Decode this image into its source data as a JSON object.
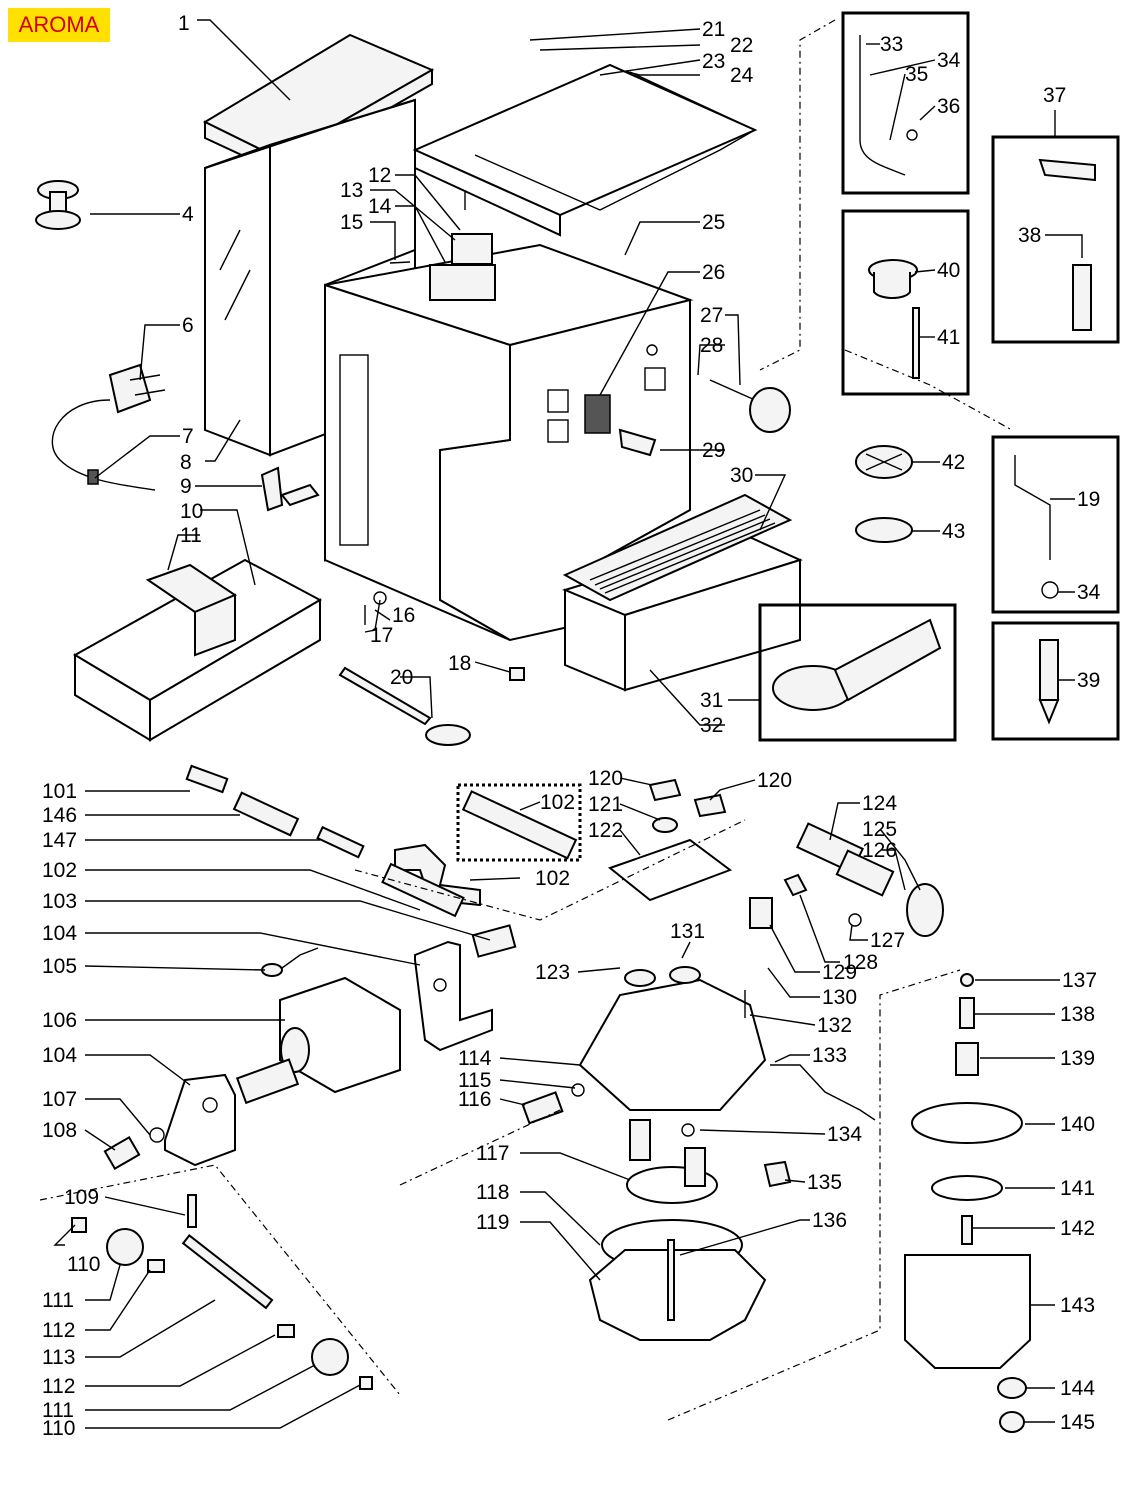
{
  "brand_label": "AROMA",
  "colors": {
    "badge_bg": "#ffe000",
    "badge_text": "#d40000",
    "line": "#000000"
  },
  "labels": {
    "l1": "1",
    "l4": "4",
    "l6": "6",
    "l7": "7",
    "l8": "8",
    "l9": "9",
    "l10": "10",
    "l11": "11",
    "l12": "12",
    "l13": "13",
    "l14": "14",
    "l15": "15",
    "l16": "16",
    "l17": "17",
    "l18": "18",
    "l19": "19",
    "l20": "20",
    "l21": "21",
    "l22": "22",
    "l23": "23",
    "l24": "24",
    "l25": "25",
    "l26": "26",
    "l27": "27",
    "l28": "28",
    "l29": "29",
    "l30": "30",
    "l31": "31",
    "l32": "32",
    "l33": "33",
    "l34a": "34",
    "l34b": "34",
    "l35": "35",
    "l36": "36",
    "l37": "37",
    "l38": "38",
    "l39": "39",
    "l40": "40",
    "l41": "41",
    "l42": "42",
    "l43": "43",
    "l101": "101",
    "l146": "146",
    "l147": "147",
    "l102a": "102",
    "l103": "103",
    "l104a": "104",
    "l105": "105",
    "l106": "106",
    "l104b": "104",
    "l107": "107",
    "l108": "108",
    "l109": "109",
    "l110a": "110",
    "l111a": "111",
    "l112a": "112",
    "l113": "113",
    "l112b": "112",
    "l111b": "111",
    "l110b": "110",
    "l102b": "102",
    "l102c": "102",
    "l120a": "120",
    "l120b": "120",
    "l121": "121",
    "l122": "122",
    "l123": "123",
    "l131": "131",
    "l114": "114",
    "l115": "115",
    "l116": "116",
    "l117": "117",
    "l118": "118",
    "l119": "119",
    "l124": "124",
    "l125": "125",
    "l126": "126",
    "l127": "127",
    "l128": "128",
    "l129": "129",
    "l130": "130",
    "l132": "132",
    "l133": "133",
    "l134": "134",
    "l135": "135",
    "l136": "136",
    "l137": "137",
    "l138": "138",
    "l139": "139",
    "l140": "140",
    "l141": "141",
    "l142": "142",
    "l143": "143",
    "l144": "144",
    "l145": "145"
  }
}
